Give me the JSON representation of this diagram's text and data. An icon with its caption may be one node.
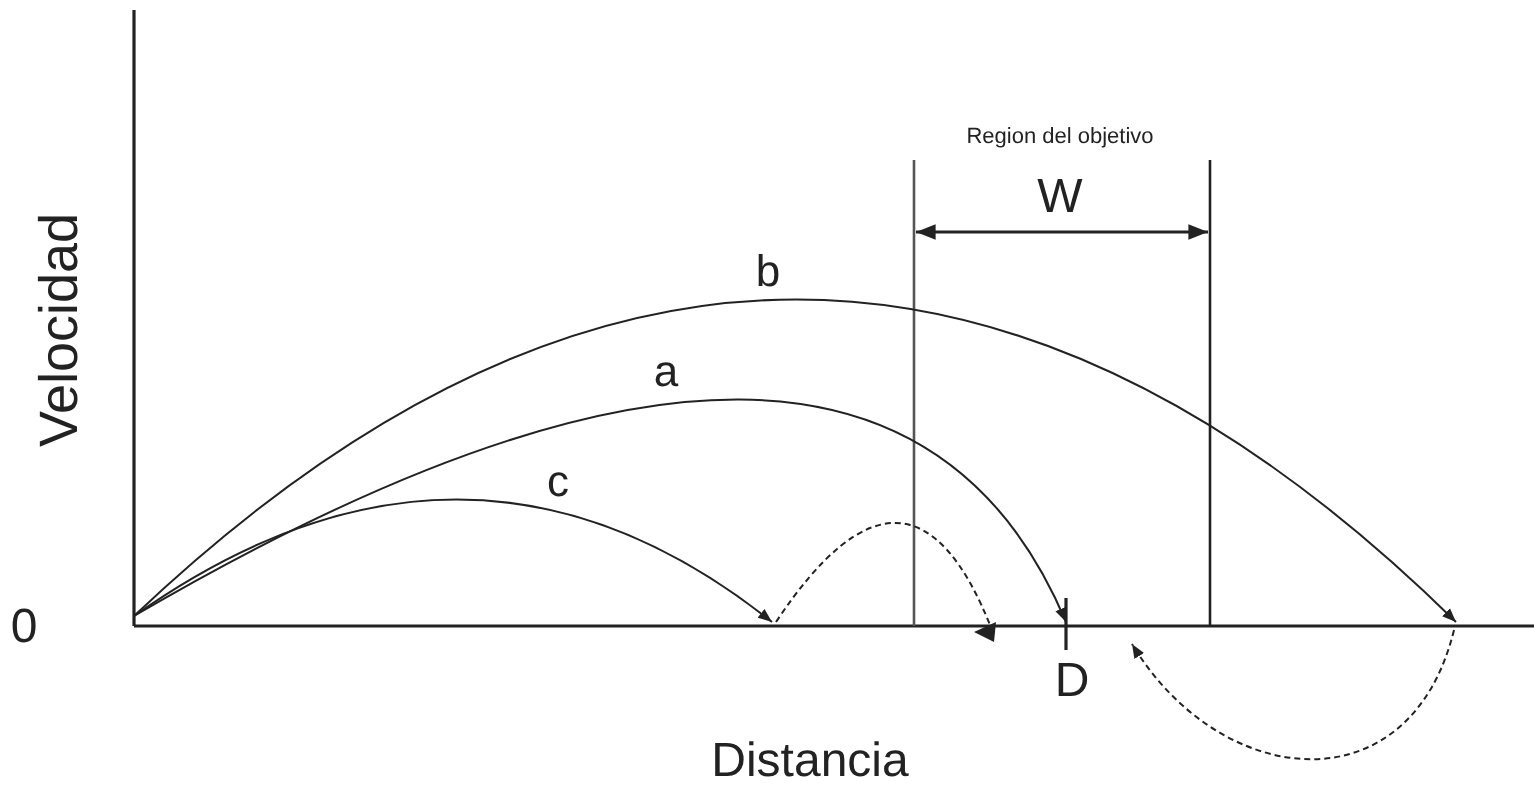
{
  "diagram": {
    "labels": [
      "Velocidad",
      "0",
      "Distancia",
      "Region del objetivo",
      "W",
      "b",
      "a",
      "c",
      "D"
    ]
  }
}
